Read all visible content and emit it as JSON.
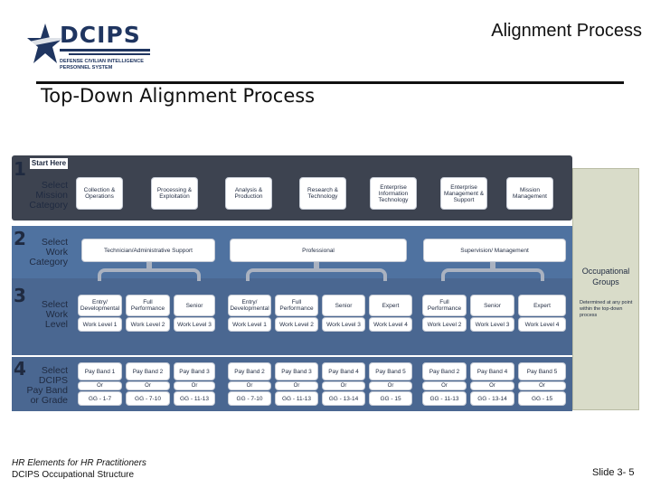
{
  "header": {
    "logo_word": "DCIPS",
    "logo_line1": "DEFENSE CIVILIAN INTELLIGENCE",
    "logo_line2": "PERSONNEL SYSTEM",
    "slide_title": "Alignment Process"
  },
  "main_heading": "Top-Down Alignment Process",
  "start_label": "Start Here",
  "rows": [
    {
      "num": "1",
      "label": "Select Mission Category"
    },
    {
      "num": "2",
      "label": "Select Work Category"
    },
    {
      "num": "3",
      "label": "Select Work Level"
    },
    {
      "num": "4",
      "label": "Select DCIPS Pay Band or Grade"
    }
  ],
  "mission_categories": [
    "Collection & Operations",
    "Processing & Exploitation",
    "Analysis & Production",
    "Research & Technology",
    "Enterprise Information Technology",
    "Enterprise Management & Support",
    "Mission Management"
  ],
  "work_categories": [
    "Technician/Administrative Support",
    "Professional",
    "Supervision/ Management"
  ],
  "work_level_titles": [
    "Entry/ Developmental",
    "Full Performance",
    "Senior",
    "Entry/ Developmental",
    "Full Performance",
    "Senior",
    "Expert",
    "Full Performance",
    "Senior",
    "Expert"
  ],
  "work_levels": [
    "Work Level 1",
    "Work Level 2",
    "Work Level 3",
    "Work Level 1",
    "Work Level 2",
    "Work Level 3",
    "Work Level 4",
    "Work Level 2",
    "Work Level 3",
    "Work Level 4"
  ],
  "pay_bands": [
    "Pay Band 1",
    "Pay Band 2",
    "Pay Band 3",
    "Pay Band 2",
    "Pay Band 3",
    "Pay Band 4",
    "Pay Band 5",
    "Pay Band 2",
    "Pay Band 4",
    "Pay Band 5"
  ],
  "or_label": "Or",
  "grades": [
    "GG - 1-7",
    "GG - 7-10",
    "GG - 11-13",
    "GG - 7-10",
    "GG - 11-13",
    "GG - 13-14",
    "GG - 15",
    "GG - 11-13",
    "GG - 13-14",
    "GG - 15"
  ],
  "occupational_groups": {
    "title": "Occupational Groups",
    "note": "Determined at any point within the top-down process"
  },
  "footer": {
    "line1": "HR Elements for HR Practitioners",
    "line2": "DCIPS Occupational Structure",
    "slide_number": "Slide 3- 5"
  },
  "colors": {
    "row1_band": "#3d4350",
    "row2_band": "#4f72a0",
    "row3_band": "#4a6791",
    "row4_band": "#4a6791",
    "occupational_panel": "#d9dcc9",
    "logo_navy": "#1f3560"
  }
}
